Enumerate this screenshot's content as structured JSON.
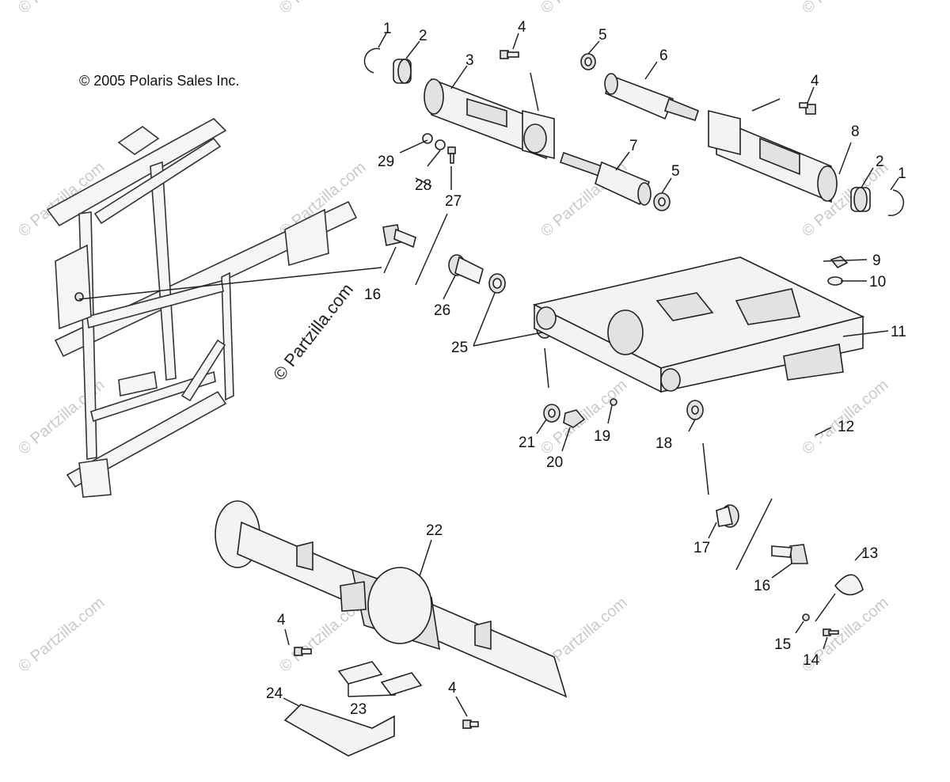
{
  "copyright": "© 2005 Polaris Sales Inc.",
  "watermark": "© Partzilla.com",
  "callouts": {
    "c1a": "1",
    "c2a": "2",
    "c3": "3",
    "c4a": "4",
    "c5a": "5",
    "c6": "6",
    "c4b": "4",
    "c7": "7",
    "c8": "8",
    "c5b": "5",
    "c2b": "2",
    "c1b": "1",
    "c29": "29",
    "c28": "28",
    "c27": "27",
    "c16a": "16",
    "c26": "26",
    "c9": "9",
    "c10": "10",
    "c11": "11",
    "c25": "25",
    "c21": "21",
    "c20": "20",
    "c19": "19",
    "c18": "18",
    "c12": "12",
    "c22": "22",
    "c17": "17",
    "c16b": "16",
    "c13": "13",
    "c15": "15",
    "c14": "14",
    "c4c": "4",
    "c4d": "4",
    "c24": "24",
    "c23": "23"
  },
  "colors": {
    "ink": "#222222",
    "watermark": "#c9c9c9",
    "background": "#ffffff"
  }
}
